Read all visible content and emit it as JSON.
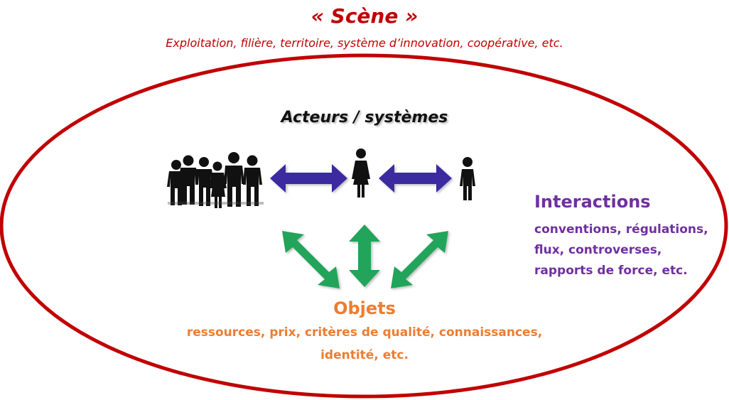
{
  "scene": {
    "title": "« Scène »",
    "subtitle": "Exploitation, filière, territoire, système d’innovation, coopérative, etc."
  },
  "actors": {
    "label": "Acteurs / systèmes"
  },
  "interactions": {
    "title": "Interactions",
    "lines": [
      "conventions, régulations,",
      "flux, controverses,",
      "rapports de force, etc."
    ]
  },
  "objects": {
    "title": "Objets",
    "lines": [
      "ressources, prix, critères de qualité, connaissances,",
      "identité, etc."
    ]
  },
  "icons": {
    "group": "group-people-icon",
    "woman": "woman-icon",
    "man": "man-icon"
  },
  "colors": {
    "ellipse": "#c00000",
    "scene_text": "#c00000",
    "actor_arrows": "#3b2aa0",
    "object_arrows": "#21a45a",
    "interactions_text": "#7030a0",
    "objects_text": "#ed7d31"
  }
}
